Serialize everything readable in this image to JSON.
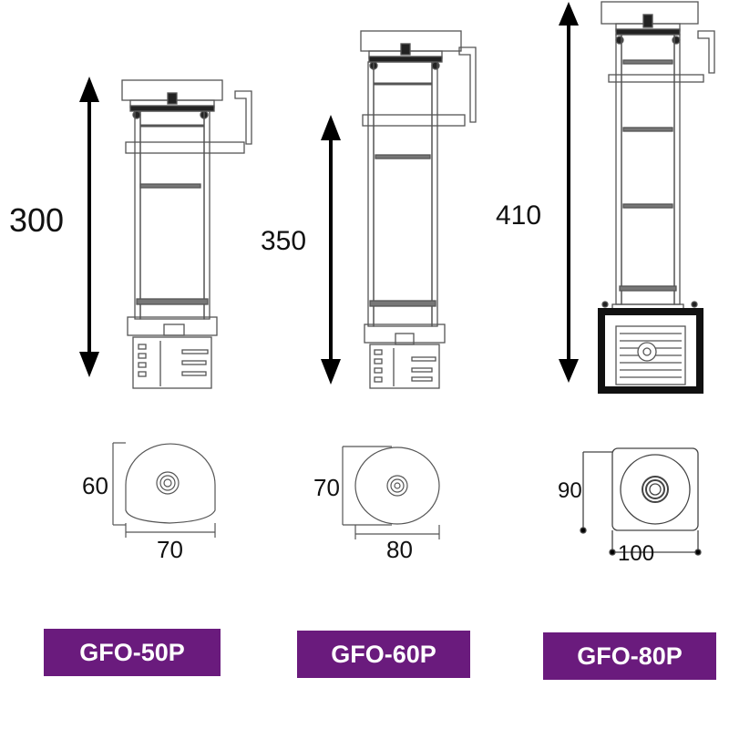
{
  "models": [
    {
      "name": "GFO-50P",
      "height": "300",
      "base_depth": "60",
      "base_width": "70"
    },
    {
      "name": "GFO-60P",
      "height": "350",
      "base_depth": "70",
      "base_width": "80"
    },
    {
      "name": "GFO-80P",
      "height": "410",
      "base_depth": "90",
      "base_width": "100"
    }
  ],
  "colors": {
    "tag_background": "#6a1b7d",
    "tag_text": "#ffffff",
    "line": "#333333"
  },
  "icons": [
    "up-down-arrow",
    "filter-column-drawing",
    "round-base-outline",
    "square-base-outline"
  ]
}
